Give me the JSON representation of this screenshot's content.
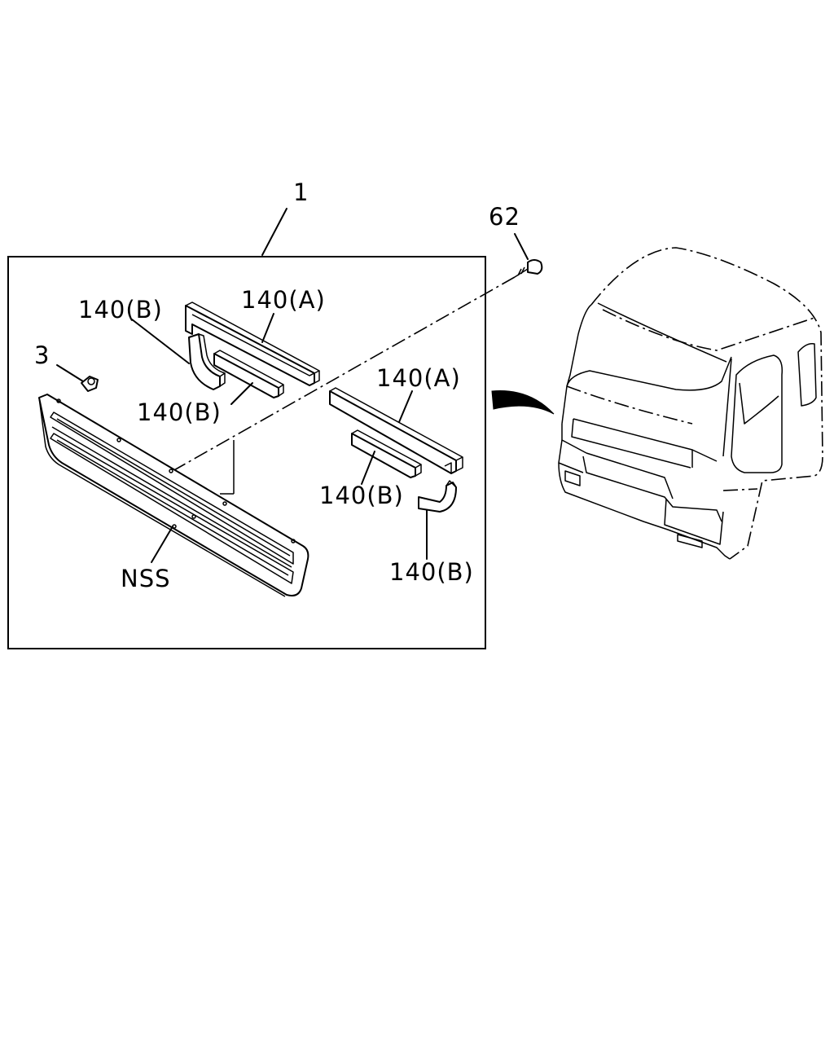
{
  "labels": {
    "assembly": "1",
    "screw": "62",
    "clip": "3",
    "seal_a_upper": "140(A)",
    "seal_a_right": "140(A)",
    "seal_b_upper_left": "140(B)",
    "seal_b_upper_mid": "140(B)",
    "seal_b_right_mid": "140(B)",
    "seal_b_right_low": "140(B)",
    "grille": "NSS"
  },
  "colors": {
    "line": "#000000",
    "background": "#ffffff"
  }
}
